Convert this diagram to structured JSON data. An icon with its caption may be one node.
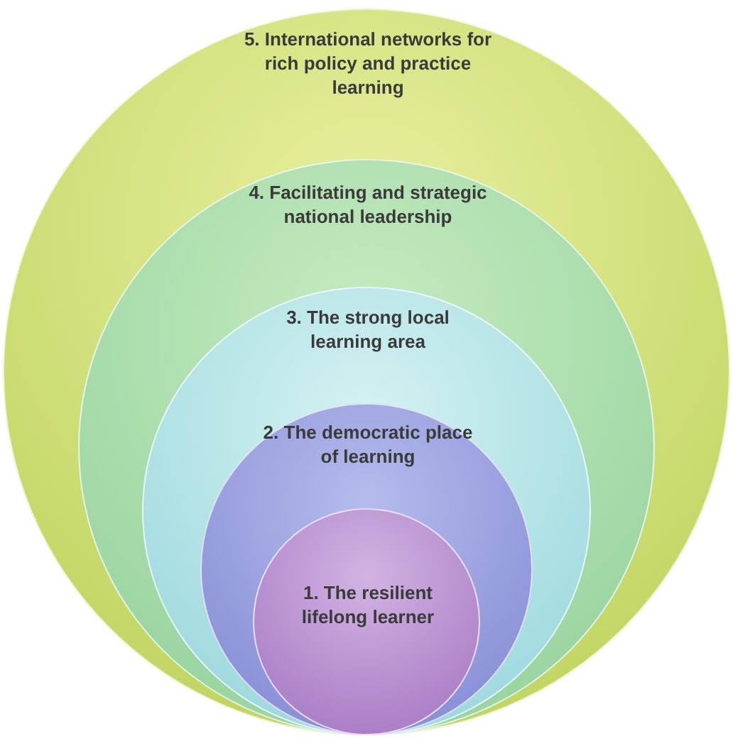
{
  "diagram": {
    "nodes": [
      {
        "text": [
          "5. International networks for rich policy and practice learning"
        ]
      },
      {
        "text": [
          "4. Facilitating and strategic national leadership"
        ],
        "in": 0
      },
      {
        "text": [
          "3. The strong local learning area"
        ],
        "in": 1
      },
      {
        "text": [
          "2. The democratic place of learning"
        ],
        "in": 2
      },
      {
        "text": [
          "1. The resilient lifelong learner"
        ],
        "in": 3
      }
    ]
  }
}
